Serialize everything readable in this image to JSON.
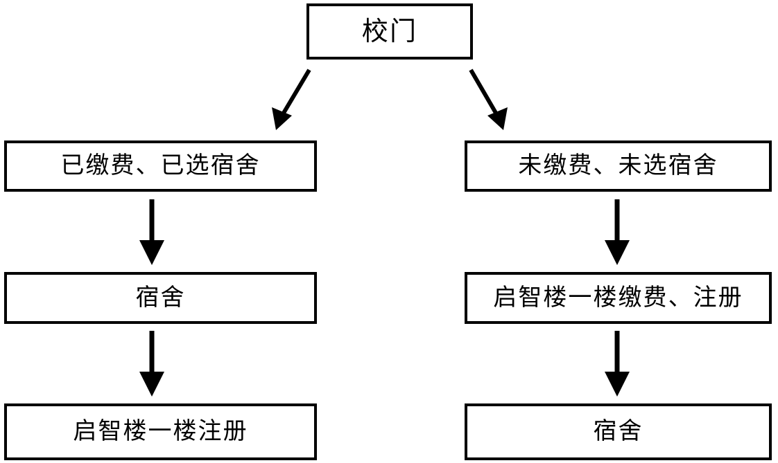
{
  "diagram": {
    "title": "校门",
    "type": "flowchart",
    "orientation": "top-down",
    "background_color": "#ffffff",
    "line_color": "#000000",
    "text_color": "#000000",
    "nodes": [
      {
        "id": "root",
        "label": "校门",
        "column": "center",
        "row": 0
      },
      {
        "id": "paid",
        "label": "已缴费、已选宿舍",
        "column": "left",
        "row": 1
      },
      {
        "id": "dorm_left",
        "label": "宿舍",
        "column": "left",
        "row": 2
      },
      {
        "id": "register_left",
        "label": "启智楼一楼注册",
        "column": "left",
        "row": 3
      },
      {
        "id": "unpaid",
        "label": "未缴费、未选宿舍",
        "column": "right",
        "row": 1
      },
      {
        "id": "pay_register",
        "label": "启智楼一楼缴费、注册",
        "column": "right",
        "row": 2
      },
      {
        "id": "dorm_right",
        "label": "宿舍",
        "column": "right",
        "row": 3
      }
    ],
    "edges": [
      {
        "id": "edge_root_paid",
        "from": "root",
        "to": "paid",
        "style": "diagonal-left"
      },
      {
        "id": "edge_root_unpaid",
        "from": "root",
        "to": "unpaid",
        "style": "diagonal-right"
      },
      {
        "id": "edge_paid_dorm",
        "from": "paid",
        "to": "dorm_left",
        "style": "vertical"
      },
      {
        "id": "edge_dorm_register",
        "from": "dorm_left",
        "to": "register_left",
        "style": "vertical"
      },
      {
        "id": "edge_unpaid_payregister",
        "from": "unpaid",
        "to": "pay_register",
        "style": "vertical"
      },
      {
        "id": "edge_payregister_dorm",
        "from": "pay_register",
        "to": "dorm_right",
        "style": "vertical"
      }
    ]
  }
}
